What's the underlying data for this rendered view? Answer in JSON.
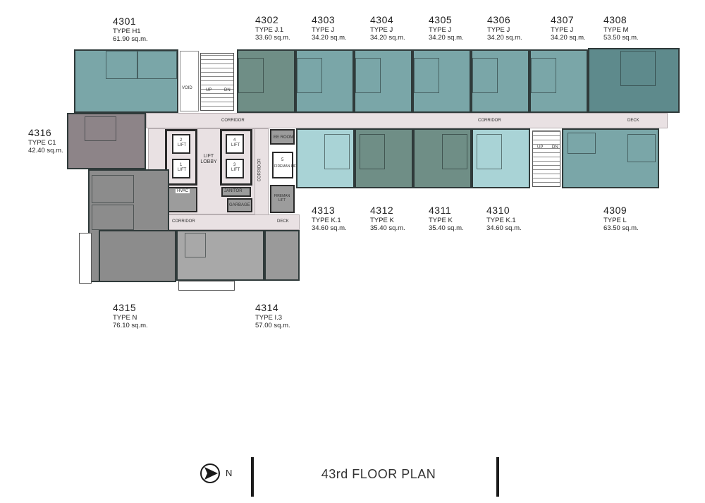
{
  "plan": {
    "title": "43rd FLOOR PLAN",
    "compass_label": "N",
    "units": [
      {
        "id": "4301",
        "type": "TYPE H1",
        "area": "61.90 sq.m."
      },
      {
        "id": "4302",
        "type": "TYPE J.1",
        "area": "33.60 sq.m."
      },
      {
        "id": "4303",
        "type": "TYPE J",
        "area": "34.20 sq.m."
      },
      {
        "id": "4304",
        "type": "TYPE J",
        "area": "34.20 sq.m."
      },
      {
        "id": "4305",
        "type": "TYPE J",
        "area": "34.20 sq.m."
      },
      {
        "id": "4306",
        "type": "TYPE J",
        "area": "34.20 sq.m."
      },
      {
        "id": "4307",
        "type": "TYPE J",
        "area": "34.20 sq.m."
      },
      {
        "id": "4308",
        "type": "TYPE M",
        "area": "53.50 sq.m."
      },
      {
        "id": "4309",
        "type": "TYPE L",
        "area": "63.50 sq.m."
      },
      {
        "id": "4310",
        "type": "TYPE K.1",
        "area": "34.60 sq.m."
      },
      {
        "id": "4311",
        "type": "TYPE K",
        "area": "35.40 sq.m."
      },
      {
        "id": "4312",
        "type": "TYPE K",
        "area": "35.40 sq.m."
      },
      {
        "id": "4313",
        "type": "TYPE K.1",
        "area": "34.60 sq.m."
      },
      {
        "id": "4314",
        "type": "TYPE I.3",
        "area": "57.00 sq.m."
      },
      {
        "id": "4315",
        "type": "TYPE N",
        "area": "76.10 sq.m."
      },
      {
        "id": "4316",
        "type": "TYPE C1",
        "area": "42.40 sq.m."
      }
    ],
    "core_labels": {
      "corridor": "CORRIDOR",
      "lift_lobby": "LIFT LOBBY",
      "lift": "LIFT",
      "lift_numbers": [
        "1",
        "2",
        "3",
        "4"
      ],
      "fireman_lift": "FIREMAN LIFT",
      "fireman_lift_small": "FIREMAN LIFT",
      "fireman_number": "5",
      "ee_room": "EE ROOM",
      "janitor": "JANITOR",
      "garbage": "GARBAGE",
      "deck": "DECK",
      "up": "UP",
      "dn": "DN",
      "hvac": "HVAC",
      "void": "VOID"
    }
  }
}
